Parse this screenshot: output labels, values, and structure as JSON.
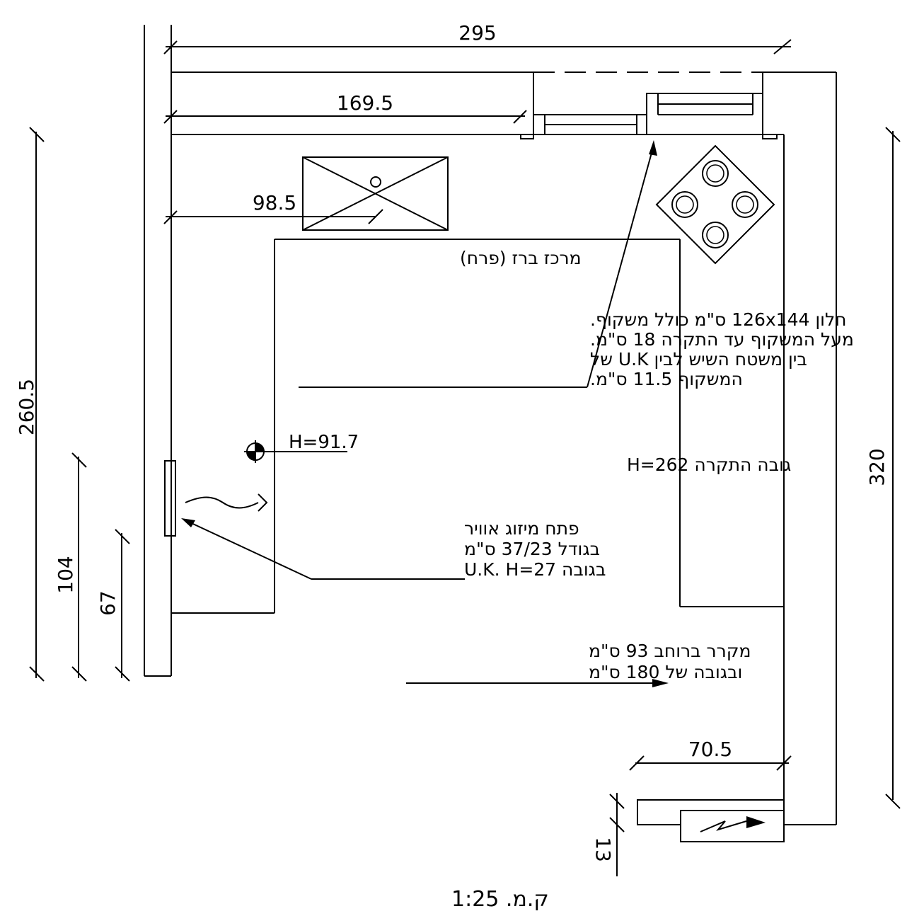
{
  "dimensions": {
    "top_total": "295",
    "top_counter": "169.5",
    "sink_offset": "98.5",
    "left_total": "260.5",
    "left_104": "104",
    "left_67": "67",
    "right_total": "320",
    "bottom_70": "70.5",
    "bottom_13": "13"
  },
  "notes": {
    "sink_center": "מרכז ברז (פרח)",
    "window_line1": "חלון 126x144 ס\"מ כולל משקוף.",
    "window_line2": "מעל המשקוף עד התקרה 18 ס\"מ.",
    "window_line3": "בין משטח השיש לבין U.K של",
    "window_line4": "המשקוף 11.5 ס\"מ.",
    "outlet_height": "H=91.7",
    "ceiling_height": "גובה התקרה H=262",
    "ac_line1": "פתח מיזוג אוויר",
    "ac_line2": "בגודל 37/23 ס\"מ",
    "ac_line3": "בגובה U.K. H=27",
    "fridge_line1": "מקרר ברוחב 93 ס\"מ",
    "fridge_line2": "ובגובה של 180 ס\"מ",
    "scale": "ק.מ. 1:25"
  }
}
